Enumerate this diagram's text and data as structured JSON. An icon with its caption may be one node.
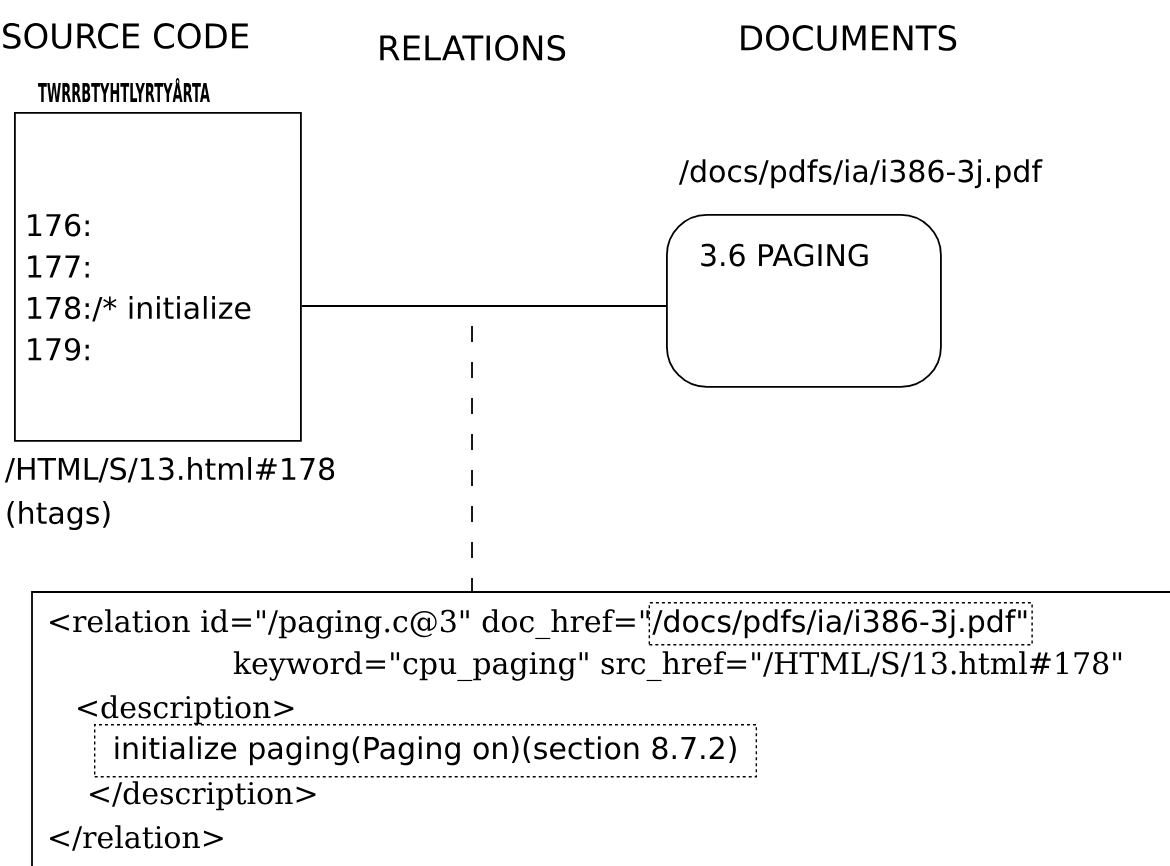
{
  "diagram": {
    "nodes": [
      {
        "text": [
          "176:",
          "177:",
          "178:/* initialize",
          "179:"
        ],
        "beside": [
          "/HTML/S/13.html#178",
          "(htags)"
        ]
      },
      {
        "text": [
          "3.6 PAGING"
        ],
        "beside": [
          "/docs/pdfs/ia/i386-3j.pdf"
        ]
      },
      {
        "text": [
          "<relation id=\"/paging.c@3\" doc_href=\"",
          "keyword=\"cpu_paging\" src_href=\"/HTML/S/13.html#178\"",
          "<description>",
          "</description>",
          "</relation>"
        ]
      },
      {
        "text": [
          "/docs/pdfs/ia/i386-3j.pdf\""
        ],
        "in": 2
      },
      {
        "text": [
          "initialize paging(Paging on)(section 8.7.2)"
        ],
        "in": 2
      }
    ],
    "edges": [
      {
        "from": 0,
        "to": 1,
        "arrow": "none"
      },
      {
        "from": null,
        "to": 2,
        "arrow": "none",
        "style": "dashed"
      }
    ],
    "labels": [
      "SOURCE CODE",
      "RELATIONS",
      "DOCUMENTS",
      "TWRRBTYHTLYRTYÅRTA"
    ]
  }
}
